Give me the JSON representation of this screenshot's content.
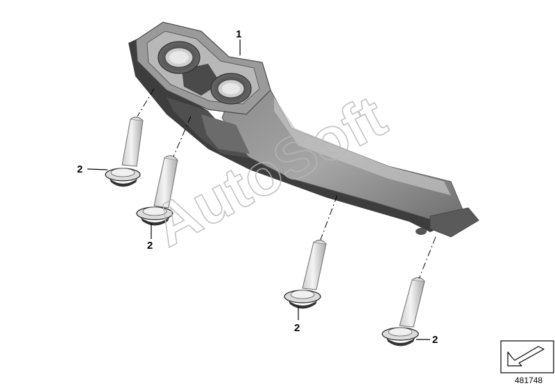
{
  "diagram": {
    "callouts": {
      "part_1": "1",
      "bolt_a": "2",
      "bolt_b": "2",
      "bolt_c": "2",
      "bolt_d": "2"
    },
    "watermark": "AutoSoft",
    "doc_number": "481748",
    "nav_icon": "arrow-icon"
  }
}
